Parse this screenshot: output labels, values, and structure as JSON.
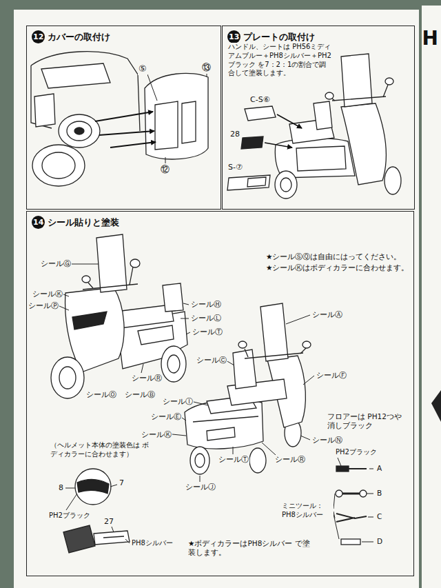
{
  "diagram": {
    "nodes": [
      {
        "text": [
          "12",
          "カバーの取付け"
        ]
      },
      {
        "text": [
          "13",
          "プレートの取付け"
        ]
      },
      {
        "text": [
          "14",
          "シール貼りと塗装"
        ]
      }
    ],
    "labels": [
      "⑤",
      "⑬",
      "⑫",
      "ハンドル、シートは PH56ミディアムブルー＋PH8シルバー＋PH2ブラック を7：2：1の割合で調合して塗装します。",
      "C-S⑥",
      "28",
      "S-⑦",
      "★シールⓈⓆは自由にはってください。",
      "★シールⓀはボディカラーに合わせます。",
      "シールⒼ",
      "シールⓀ",
      "シールⓅ",
      "シールⒽ",
      "シールⓁ",
      "シールⓉ",
      "シールⓇ",
      "シールⒷ",
      "シールⓄ",
      "シールⒶ",
      "シールⒸ",
      "シールⒻ",
      "シールⒾ",
      "シールⒺ",
      "シールⓀ",
      "フロアーは PH12つや消しブラック",
      "シールⓃ",
      "シールⓉ",
      "シールⓇ",
      "シールⒿ",
      "（ヘルメット本体の塗装色は ボディカラーに合わせます）",
      "8",
      "7",
      "PH2ブラック",
      "27",
      "PH8シルバー",
      "PH2ブラック",
      "A",
      "B",
      "ミニツール： PH8シルバー",
      "C",
      "D",
      "★ボディカラーはPH8シルバー で塗装します。",
      "H"
    ]
  }
}
